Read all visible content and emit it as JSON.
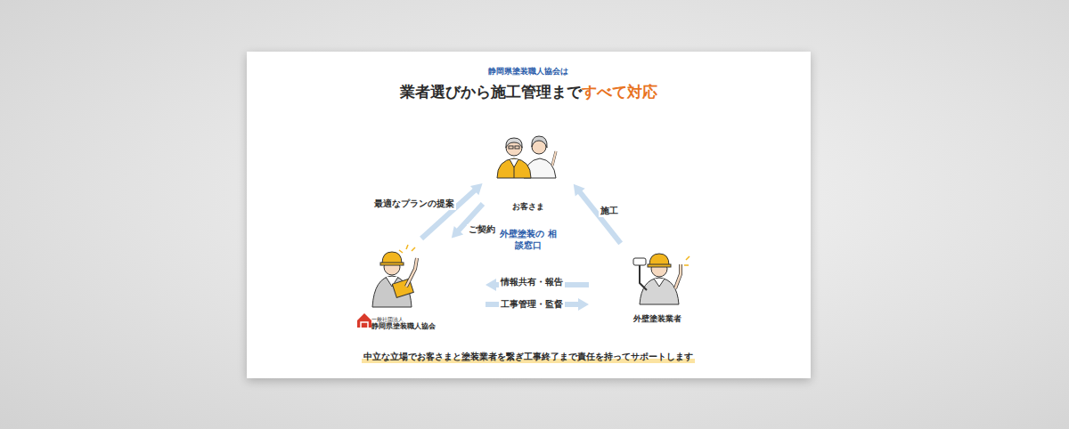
{
  "diagram": {
    "title": "業者選びから施工管理まで",
    "caption": "中立な立場でお客さまと塗装業者を繋ぎ工事終了まで責任を持ってサポートします",
    "nodes": [
      {
        "text": [
          "お客さま"
        ]
      },
      {
        "text": [
          "一般社団法人",
          "静岡県塗装職人協会"
        ]
      },
      {
        "text": [
          "外壁塗装業者"
        ]
      }
    ],
    "edges": [
      {
        "from": 1,
        "to": 0,
        "label": "最適なプランの提案",
        "arrow": "to"
      },
      {
        "from": 0,
        "to": 1,
        "label": "ご契約",
        "arrow": "to"
      },
      {
        "from": 2,
        "to": 0,
        "label": "施工",
        "arrow": "to"
      },
      {
        "from": 2,
        "to": 1,
        "label": "情報共有・報告",
        "arrow": "to"
      },
      {
        "from": 1,
        "to": 2,
        "label": "工事管理・監督",
        "arrow": "to"
      }
    ],
    "labels": [
      "静岡県塗装職人協会は",
      "すべて対応",
      "外壁塗装の 相談窓口"
    ]
  }
}
